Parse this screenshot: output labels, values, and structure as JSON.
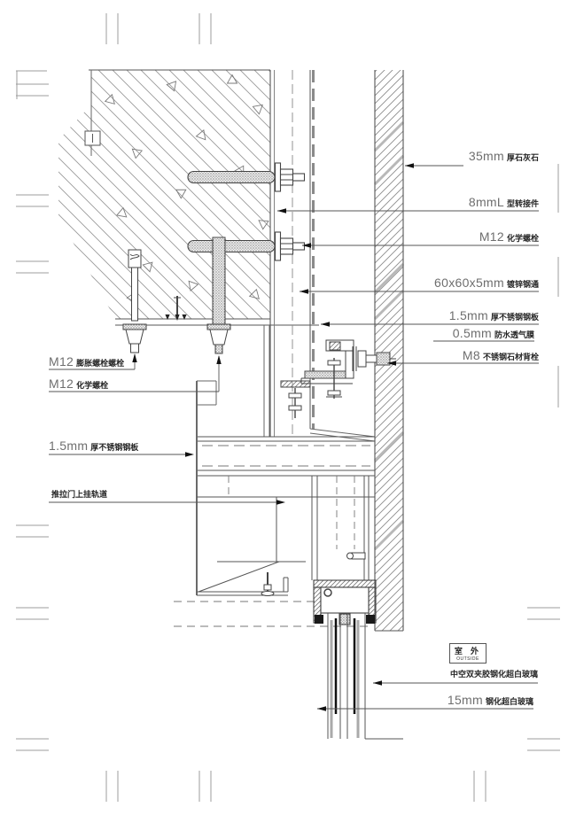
{
  "labels_right": [
    {
      "big": "35mm",
      "small": "厚石灰石"
    },
    {
      "big": "8mmL",
      "small": "型转接件"
    },
    {
      "big": "M12",
      "small": "化学螺栓"
    },
    {
      "big": "60x60x5mm",
      "small": "镀锌钢通"
    },
    {
      "big": "1.5mm",
      "small": "厚不锈钢钢板"
    },
    {
      "big": "0.5mm",
      "small": "防水透气膜"
    },
    {
      "big": "M8",
      "small": "不锈钢石材背栓"
    },
    {
      "big": "",
      "small": "中空双夹胶钢化超白玻璃"
    },
    {
      "big": "15mm",
      "small": "钢化超白玻璃"
    }
  ],
  "labels_left": [
    {
      "big": "M12",
      "small": "膨胀螺栓螺栓"
    },
    {
      "big": "M12",
      "small": "化学螺栓"
    },
    {
      "big": "1.5mm",
      "small": "厚不锈钢钢板"
    },
    {
      "big": "",
      "small": "推拉门上挂轨道"
    }
  ],
  "outside_marker": {
    "cn": "室 外",
    "en": "OUTSIDE"
  },
  "colors": {
    "line": "#555555",
    "dark_line": "#444444",
    "hatch": "#999999",
    "thick_hatch": "#b8b8b8",
    "big_text": "#6e6e6e",
    "small_text": "#262626",
    "arrow": "#111111"
  }
}
